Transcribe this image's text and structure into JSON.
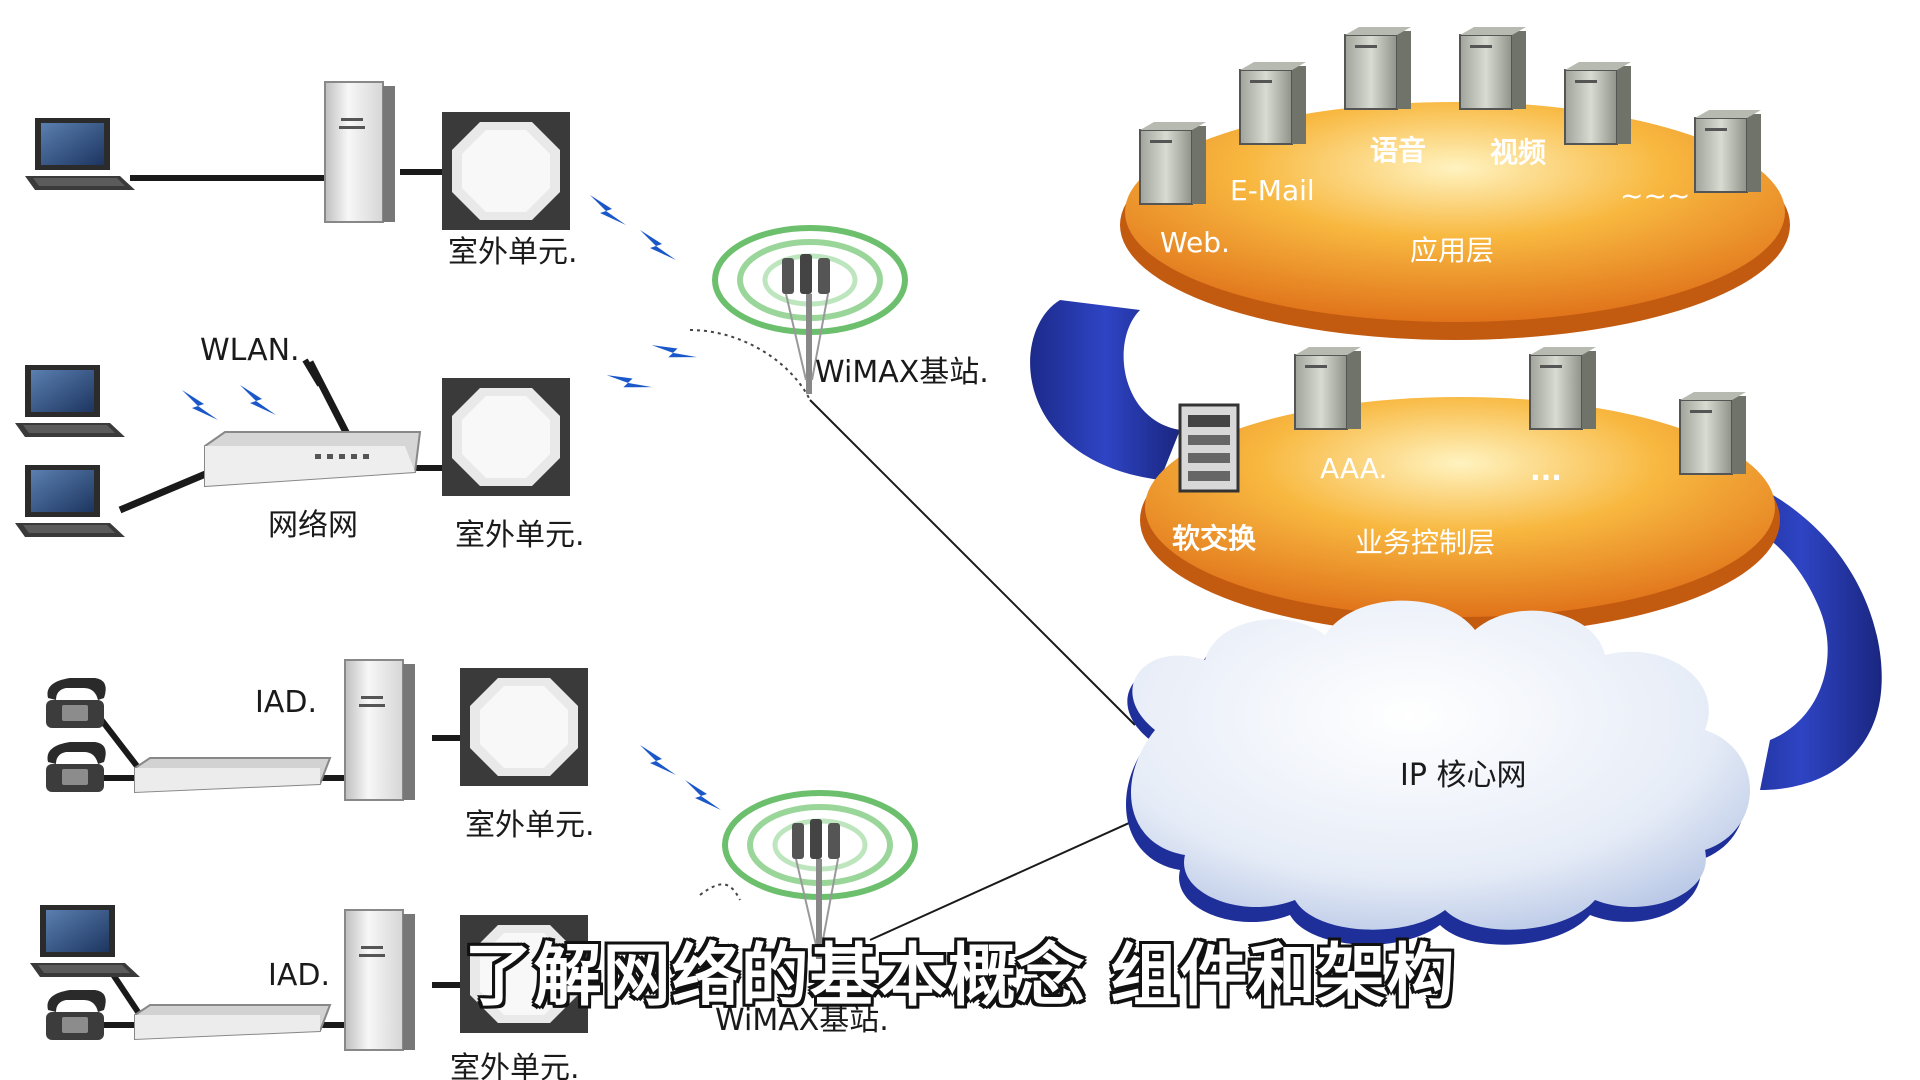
{
  "labels": {
    "odu1": "室外单元.",
    "odu2": "室外单元.",
    "odu3": "室外单元.",
    "odu4": "室外单元.",
    "wlan": "WLAN.",
    "gateway": "网络网",
    "iad1": "IAD.",
    "iad2": "IAD.",
    "bs1": "WiMAX基站.",
    "bs2": "WiMAX基站.",
    "voice": "语音",
    "video": "视频",
    "email": "E-Mail",
    "web": "Web.",
    "dots_app": "~~~",
    "app_layer": "应用层",
    "aaa": "AAA.",
    "dots_ctrl": "...",
    "softswitch": "软交换",
    "ctrl_layer": "业务控制层",
    "ip_core": "IP 核心网"
  },
  "subtitle": "了解网络的基本概念 组件和架构",
  "colors": {
    "disk": "#f5a623",
    "ring": "#1e2fa0",
    "cloud": "#dfe7f5",
    "signal_green": "#4cae4c",
    "lightning": "#1a57c8"
  }
}
